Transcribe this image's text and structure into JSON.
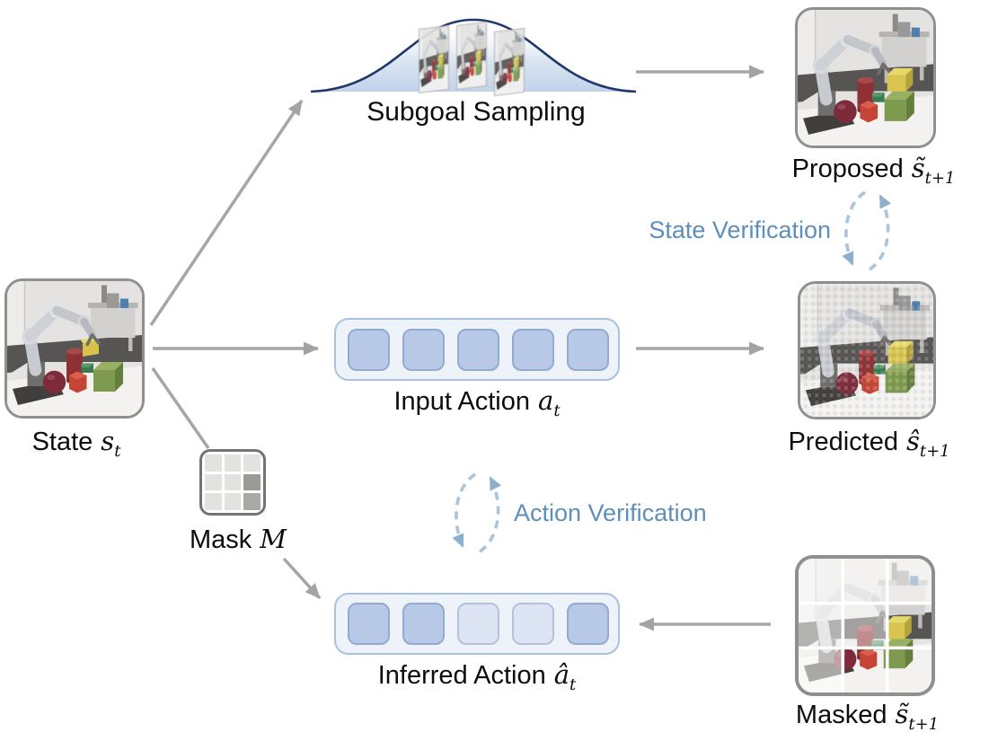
{
  "nodes": {
    "state": {
      "label": "State",
      "math": "s",
      "sub": "t"
    },
    "subgoal": {
      "label": "Subgoal Sampling"
    },
    "proposed": {
      "label": "Proposed",
      "math": "s̃",
      "sub": "t+1"
    },
    "predicted": {
      "label": "Predicted",
      "math": "ŝ",
      "sub": "t+1"
    },
    "input_action": {
      "label": "Input Action",
      "math": "a",
      "sub": "t",
      "cells": [
        "filled",
        "filled",
        "filled",
        "filled",
        "filled"
      ]
    },
    "inferred_action": {
      "label": "Inferred Action",
      "math": "â",
      "sub": "t",
      "cells": [
        "filled",
        "filled",
        "light",
        "light",
        "filled"
      ]
    },
    "mask": {
      "label": "Mask",
      "math": "M",
      "cells": [
        "light",
        "light",
        "light",
        "light",
        "light",
        "dark",
        "light",
        "light",
        "mid"
      ]
    },
    "masked": {
      "label": "Masked",
      "math": "s̃",
      "sub": "t+1"
    },
    "verification": {
      "state": "State Verification",
      "action": "Action Verification"
    }
  },
  "colors": {
    "arrow_gray": "#a6a6a6",
    "verify_text_blue": "#5e8fba",
    "verify_dash_blue": "#a9c4dc",
    "verify_arrowhead_blue": "#8eb0cb",
    "curve_stroke_navy": "#20396b",
    "curve_fill_blue": "#c2d3e9",
    "token_filled": "#b7c9e6",
    "token_light": "#dde5f4",
    "action_box_fill": "#eef3fa",
    "action_box_border": "#a9c2de",
    "mask_cell_light": "#e2e2e0",
    "mask_cell_dark": "#9a9a96"
  }
}
